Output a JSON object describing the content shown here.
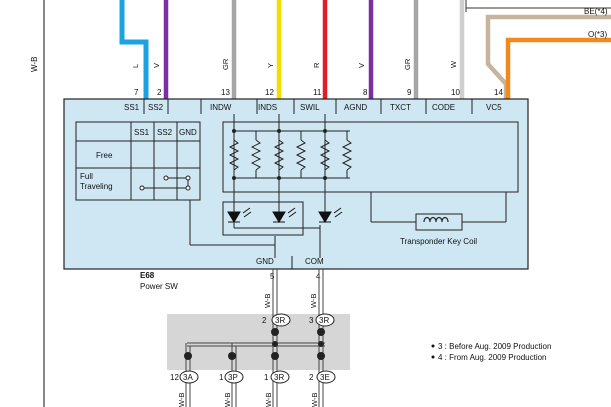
{
  "ground_wire_label": "W-B",
  "connector": {
    "code": "E68",
    "name": "Power SW",
    "colors": {
      "box_fill": "#cfe7f3",
      "box_stroke": "#222222",
      "shade": "#d6d6d6"
    }
  },
  "top_pins": [
    {
      "num": "7",
      "color_code": "L",
      "name": "SS1",
      "color": "#1aa3e0"
    },
    {
      "num": "2",
      "color_code": "V",
      "name": "SS2",
      "color": "#7b2fa3"
    },
    {
      "num": "13",
      "color_code": "GR",
      "name": "INDW",
      "color": "#a6a6a6"
    },
    {
      "num": "12",
      "color_code": "Y",
      "name": "INDS",
      "color": "#f0e000"
    },
    {
      "num": "11",
      "color_code": "R",
      "name": "SWIL",
      "color": "#e01e2a"
    },
    {
      "num": "8",
      "color_code": "V",
      "name": "AGND",
      "color": "#7b2fa3"
    },
    {
      "num": "9",
      "color_code": "GR",
      "name": "TXCT",
      "color": "#a6a6a6"
    },
    {
      "num": "10",
      "color_code": "W",
      "name": "CODE",
      "color": "#d8d8d8"
    },
    {
      "num": "14",
      "color_code": "",
      "name": "VC5",
      "color": "#f08a1e"
    }
  ],
  "right_wires": [
    {
      "label": "BE(*4)",
      "color": "#c7b49c"
    },
    {
      "label": "O(*3)",
      "color": "#f08a1e"
    }
  ],
  "switch_table": {
    "headers": [
      "SS1",
      "SS2",
      "GND"
    ],
    "rows": [
      "Free",
      "Full Traveling"
    ]
  },
  "coil_label": "Transponder Key Coil",
  "bottom_pins": [
    {
      "num": "5",
      "name": "GND",
      "wire": "W-B"
    },
    {
      "num": "4",
      "name": "COM",
      "wire": "W-B"
    }
  ],
  "junctions_top": [
    {
      "num": "2",
      "code": "3R"
    },
    {
      "num": "3",
      "code": "3R"
    }
  ],
  "junctions_bottom": [
    {
      "num": "12",
      "code": "3A"
    },
    {
      "num": "1",
      "code": "3P"
    },
    {
      "num": "1",
      "code": "3R"
    },
    {
      "num": "2",
      "code": "3E"
    }
  ],
  "bottom_wire_label": "W-B",
  "notes": [
    "3 : Before Aug. 2009 Production",
    "4 : From Aug. 2009 Production"
  ]
}
